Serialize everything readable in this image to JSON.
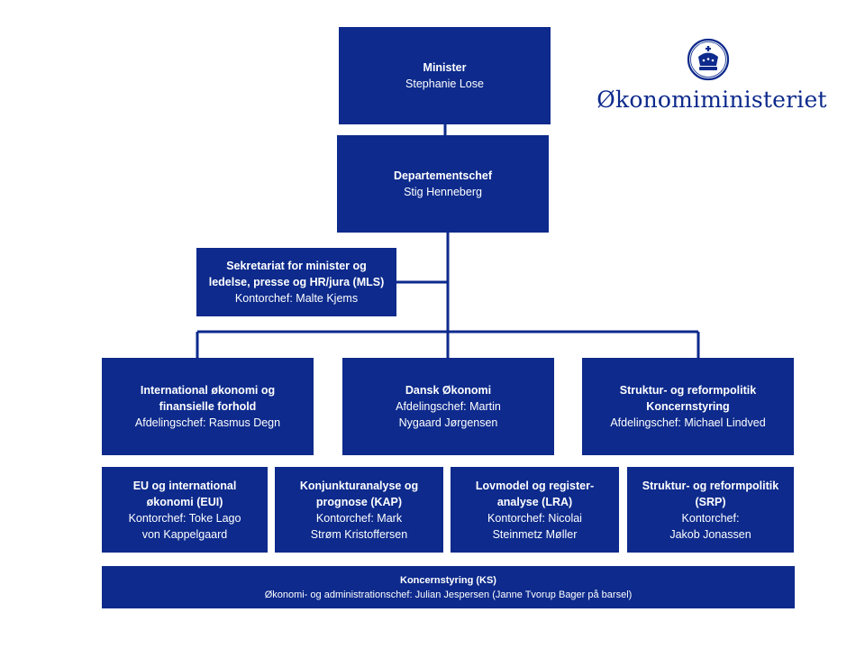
{
  "logo": {
    "name": "Økonomiministeriet",
    "icon": "crown-emblem-icon",
    "color": "#0d2a8c"
  },
  "colors": {
    "box": "#0d2a8c",
    "text": "#ffffff"
  },
  "minister": {
    "title": "Minister",
    "name": "Stephanie Lose"
  },
  "departementschef": {
    "title": "Departementschef",
    "name": "Stig Henneberg"
  },
  "sekretariat": {
    "title": "Sekretariat for minister og\nledelse, presse og HR/jura (MLS)",
    "chief": "Kontorchef: Malte Kjems"
  },
  "divisions": [
    {
      "title": "International økonomi og\nfinansielle forhold",
      "chief": "Afdelingschef: Rasmus Degn"
    },
    {
      "title": "Dansk Økonomi",
      "chief": "Afdelingschef: Martin\nNygaard Jørgensen"
    },
    {
      "title": "Struktur- og reformpolitik\nKoncernstyring",
      "chief": "Afdelingschef: Michael Lindved"
    }
  ],
  "offices": [
    {
      "title": "EU og international\nøkonomi (EUI)",
      "chief": "Kontorchef: Toke Lago\nvon Kappelgaard"
    },
    {
      "title": "Konjunkturanalyse og\nprognose (KAP)",
      "chief": "Kontorchef: Mark\nStrøm Kristoffersen"
    },
    {
      "title": "Lovmodel og register-\nanalyse (LRA)",
      "chief": "Kontorchef: Nicolai\nSteinmetz Møller"
    },
    {
      "title": "Struktur- og reformpolitik\n(SRP)",
      "chief": "Kontorchef:\nJakob Jonassen"
    }
  ],
  "koncernstyring": {
    "title": "Koncernstyring (KS)",
    "chief": "Økonomi- og administrationschef: Julian Jespersen (Janne Tvorup Bager på barsel)"
  }
}
